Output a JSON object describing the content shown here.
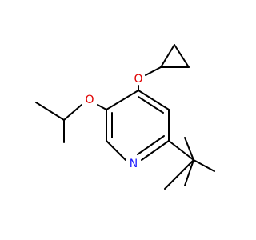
{
  "structure": {
    "atom_labels": [
      {
        "id": "ring-nitrogen",
        "text": "N",
        "color": "#1a1aff"
      },
      {
        "id": "cyclopropoxy-oxygen",
        "text": "O",
        "color": "#e00000"
      },
      {
        "id": "isopropoxy-oxygen",
        "text": "O",
        "color": "#e00000"
      }
    ],
    "bond_color": "#000000"
  }
}
